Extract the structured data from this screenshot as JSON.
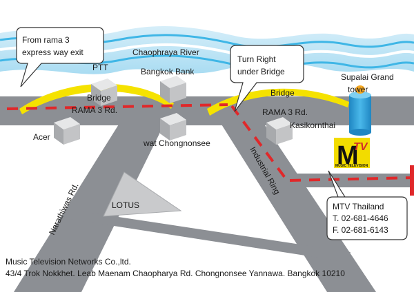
{
  "map": {
    "river": "Chaophraya River",
    "roads": {
      "rama3_left": "RAMA 3 Rd.",
      "rama3_right": "RAMA 3 Rd.",
      "narathiwas": "Narathiwas Rd.",
      "industrial_ring": "Industrial Ring"
    },
    "bridges": {
      "left": "Bridge",
      "right": "Bridge"
    },
    "landmarks": {
      "ptt": "PTT",
      "bangkok_bank": "Bangkok Bank",
      "acer": "Acer",
      "wat_chongnonsee": "wat Chongnonsee",
      "kasikornthai": "Kasikornthai",
      "lotus": "LOTUS",
      "supalai_line1": "Supalai Grand",
      "supalai_line2": "tower"
    },
    "logo": {
      "main": "M",
      "sub": "TV",
      "caption": "MUSIC TELEVISION"
    },
    "callouts": {
      "rama3_exit": [
        "From rama 3",
        "express way exit"
      ],
      "turn_right": [
        "Turn Right",
        "under Bridge"
      ],
      "mtv": [
        "MTV Thailand",
        "T. 02-681-4646",
        "F. 02-681-6143"
      ]
    }
  },
  "footer": {
    "company": "Music Television Networks Co.,ltd.",
    "address": "43/4 Trok Nokkhet. Leab Maenam Chaopharya Rd. Chongnonsee Yannawa. Bangkok 10210"
  },
  "colors": {
    "road": "#8c8f94",
    "river": "#bfe4f5",
    "river_line": "#3fb6e6",
    "bridge": "#f5e200",
    "route": "#e0282a",
    "building": "#c3c4c6",
    "tower": "#2f9fd6",
    "tower_top": "#f5a823",
    "logo_bg": "#f2dc00"
  }
}
